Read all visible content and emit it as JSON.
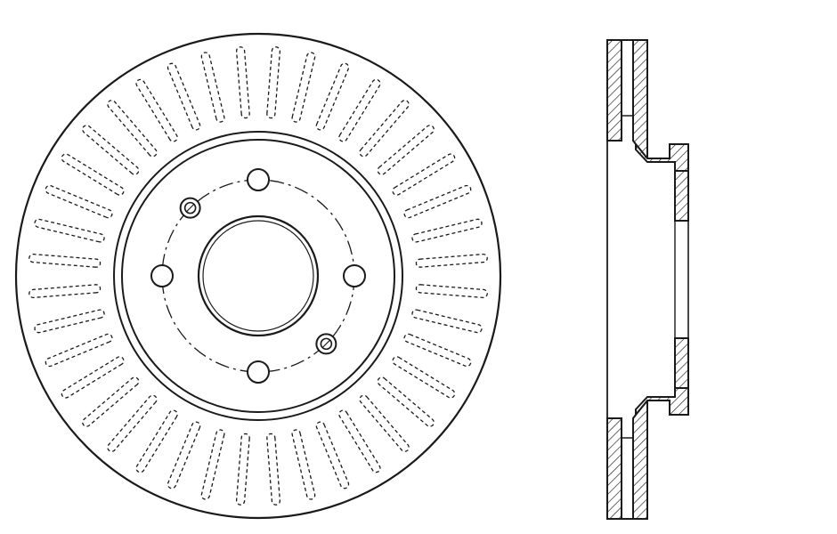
{
  "drawing": {
    "line_color": "#1a1a1a",
    "background": "#ffffff",
    "front_view": {
      "cooling_vanes": 40,
      "lug_holes": 4,
      "locating_holes": 2
    },
    "section_view": {
      "hatched": true
    }
  }
}
